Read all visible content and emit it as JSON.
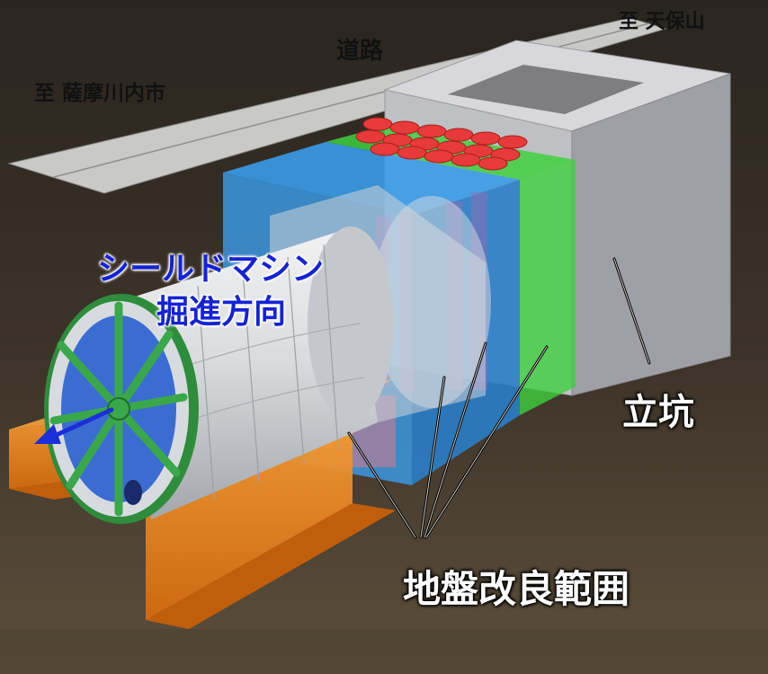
{
  "labels": {
    "to_tenpozan": "至 天保山",
    "road": "道路",
    "to_satsumasendai": "至 薩摩川内市",
    "shield_direction_line1": "シールドマシン",
    "shield_direction_line2": "掘進方向",
    "shaft": "立坑",
    "ground_improvement": "地盤改良範囲"
  },
  "colors": {
    "background_top": "#2a2520",
    "background_bottom": "#5d4f3c",
    "road": "#c9c9c7",
    "shaft": "#c8c8cc",
    "ground_improvement_blue": "#3a9be8",
    "ground_improvement_green": "#3ed03e",
    "cutter_head": "#3aa84a",
    "guide_rail": "#f08a1e",
    "piles": "#e83a3a",
    "direction_arrow": "#1a2fd8",
    "label_blue": "#1522d6"
  }
}
